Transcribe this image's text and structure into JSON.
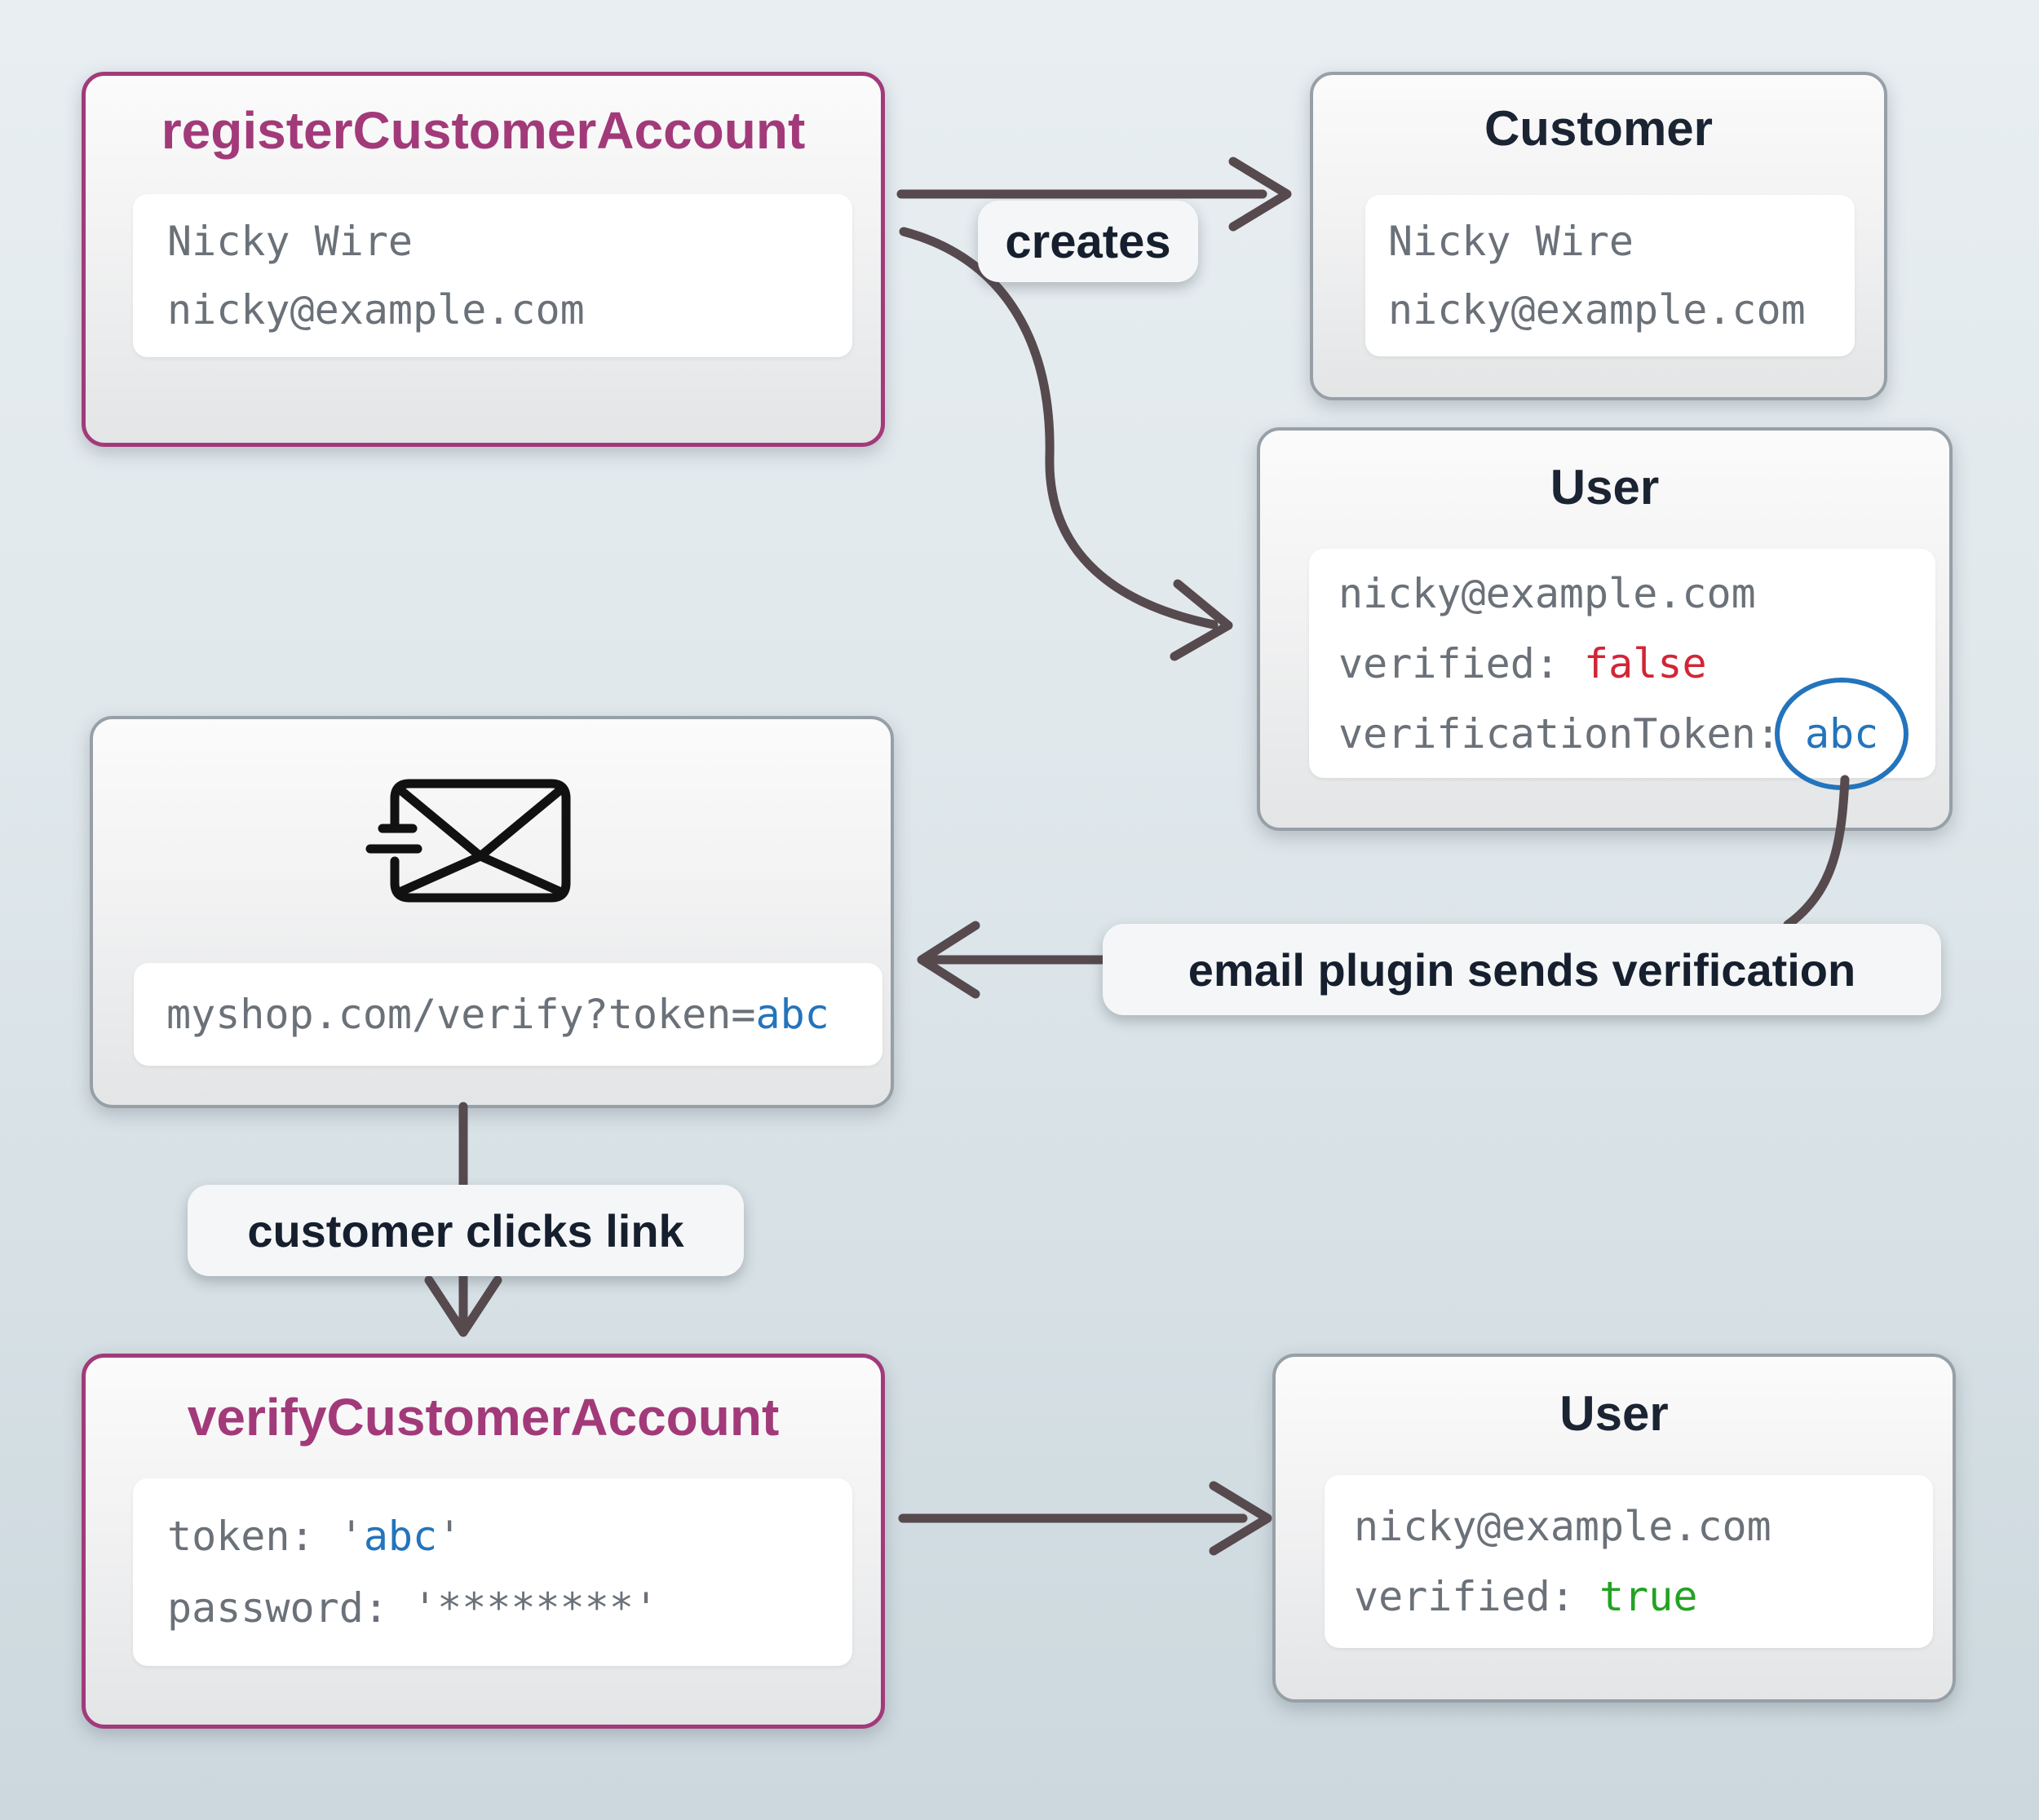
{
  "colors": {
    "accent_purple": "#A23A7A",
    "entity_border_gray": "#97A0A7",
    "title_dark": "#1B2433",
    "mono_gray": "#6B7179",
    "false_red": "#D22535",
    "token_blue": "#2374BC",
    "true_green": "#23A223",
    "arrow_brown_gray": "#564A4E"
  },
  "diagram": {
    "register": {
      "title": "registerCustomerAccount",
      "name": "Nicky Wire",
      "email": "nicky@example.com"
    },
    "creates_label": "creates",
    "customer": {
      "title": "Customer",
      "name": "Nicky Wire",
      "email": "nicky@example.com"
    },
    "user_unverified": {
      "title": "User",
      "email": "nicky@example.com",
      "verified_key": "verified: ",
      "verified_value": "false",
      "token_key": "verificationToken: ",
      "token_value": "abc"
    },
    "email_message": {
      "url_prefix": "myshop.com/verify?token=",
      "token": "abc"
    },
    "email_plugin_label": "email plugin sends verification",
    "customer_clicks_label": "customer clicks link",
    "verify": {
      "title": "verifyCustomerAccount",
      "token_key": "token: ",
      "quote": "'",
      "token_value": "abc",
      "password_key": "password: ",
      "password_value": "'********'"
    },
    "user_verified": {
      "title": "User",
      "email": "nicky@example.com",
      "verified_key": "verified: ",
      "verified_value": "true"
    }
  },
  "icons": {
    "email_send": "email-send-icon",
    "token_circle": "token-highlight-circle"
  }
}
